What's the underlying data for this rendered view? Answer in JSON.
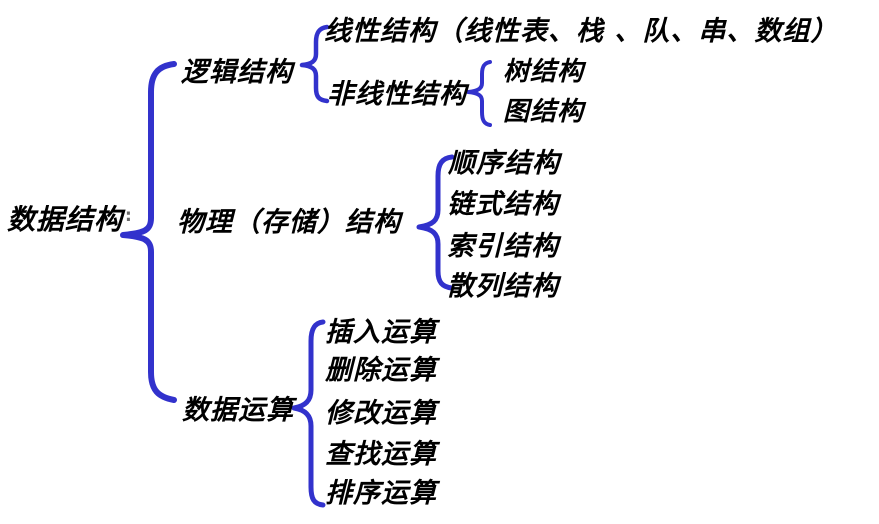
{
  "tree": {
    "root": {
      "label": "数据结构",
      "suffix": ":"
    },
    "branches": [
      {
        "label": "逻辑结构",
        "children": [
          {
            "label": "线性结构（线性表、栈 、队、串、数组）"
          },
          {
            "label": "非线性结构",
            "children": [
              {
                "label": "树结构"
              },
              {
                "label": "图结构"
              }
            ]
          }
        ]
      },
      {
        "label": "物理（存储）结构",
        "children": [
          {
            "label": "顺序结构"
          },
          {
            "label": "链式结构"
          },
          {
            "label": "索引结构"
          },
          {
            "label": "散列结构"
          }
        ]
      },
      {
        "label": "数据运算",
        "children": [
          {
            "label": "插入运算"
          },
          {
            "label": "删除运算"
          },
          {
            "label": "修改运算"
          },
          {
            "label": "查找运算"
          },
          {
            "label": "排序运算"
          }
        ]
      }
    ]
  },
  "colors": {
    "brace": "#3232cc",
    "text": "#000000",
    "background": "#ffffff"
  }
}
